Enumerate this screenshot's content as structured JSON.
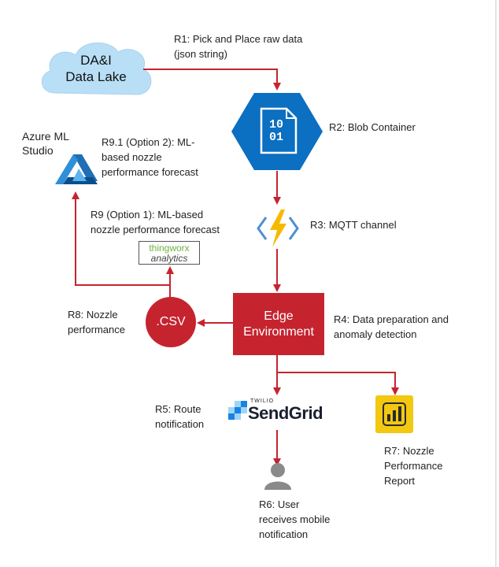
{
  "nodes": {
    "data_lake": {
      "label": "DA&I\nData Lake"
    },
    "blob": {
      "icon_text": "10\n01"
    },
    "edge": {
      "label": "Edge\nEnvironment"
    },
    "csv": {
      "label": ".CSV"
    },
    "azure_ml": {
      "label": "Azure ML\nStudio"
    },
    "thingworx": {
      "line1": "thingworx",
      "line2": "analytics"
    },
    "sendgrid": {
      "small": "TWILIO",
      "word": "SendGrid"
    }
  },
  "labels": {
    "r1": "R1: Pick and Place raw data\n(json string)",
    "r2": "R2: Blob Container",
    "r3": "R3: MQTT channel",
    "r4": "R4: Data preparation and\nanomaly detection",
    "r5": "R5: Route\nnotification",
    "r6": "R6: User\nreceives mobile\nnotification",
    "r7": "R7: Nozzle\nPerformance\nReport",
    "r8": "R8: Nozzle\nperformance",
    "r9": "R9 (Option 1): ML-based\nnozzle performance forecast",
    "r91": "R9.1 (Option 2): ML-\nbased nozzle\nperformance forecast"
  },
  "icons": [
    "cloud-icon",
    "blob-storage-icon",
    "mqtt-function-icon",
    "azure-ml-icon",
    "thingworx-logo",
    "sendgrid-logo",
    "user-icon",
    "power-bi-icon"
  ],
  "colors": {
    "accent_red": "#c5242f",
    "azure_blue": "#0b6fc2",
    "power_bi_yellow": "#f2c811",
    "cloud_blue": "#b9dff7"
  }
}
